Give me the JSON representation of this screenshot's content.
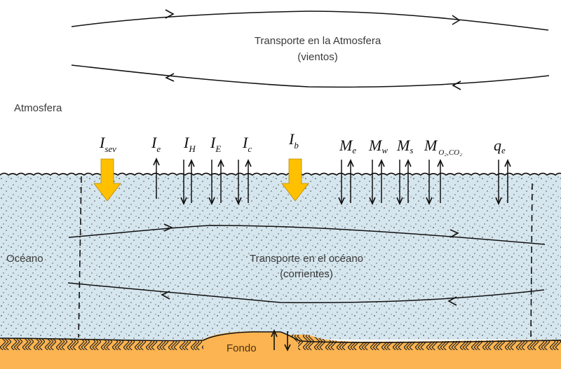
{
  "diagram": {
    "colors": {
      "ocean": "#d6e6ee",
      "seabed": "#fbb451",
      "flux_arrow_solar": "#ffc000",
      "line": "#111111",
      "text": "#3a3a3a"
    },
    "regions": {
      "atmosphere": "Atmosfera",
      "ocean": "Océano",
      "seabed": "Fondo"
    },
    "atmosphere_transport": {
      "line1": "Transporte en la Atmosfera",
      "line2": "(vientos)"
    },
    "ocean_transport": {
      "line1": "Transporte en el océano",
      "line2": "(corrientes)"
    },
    "fluxes": [
      {
        "id": "I_sev",
        "base": "I",
        "sub": "sev",
        "type": "solar-down"
      },
      {
        "id": "I_e",
        "base": "I",
        "sub": "e",
        "type": "up"
      },
      {
        "id": "I_H",
        "base": "I",
        "sub": "H",
        "type": "down-up"
      },
      {
        "id": "I_E",
        "base": "I",
        "sub": "E",
        "type": "down-up"
      },
      {
        "id": "I_c",
        "base": "I",
        "sub": "c",
        "type": "down-up"
      },
      {
        "id": "I_b",
        "base": "I",
        "sub": "b",
        "type": "solar-down"
      },
      {
        "id": "M_e",
        "base": "M",
        "sub": "e",
        "type": "down-up"
      },
      {
        "id": "M_w",
        "base": "M",
        "sub": "w",
        "type": "down-up"
      },
      {
        "id": "M_s",
        "base": "M",
        "sub": "s",
        "type": "down-up"
      },
      {
        "id": "M_O2CO2",
        "base": "M",
        "sub": "O₂,CO₂",
        "type": "down-up"
      },
      {
        "id": "q_e",
        "base": "q",
        "sub": "e",
        "type": "down-up"
      }
    ],
    "seabed_exchange": {
      "type": "up-down"
    }
  }
}
